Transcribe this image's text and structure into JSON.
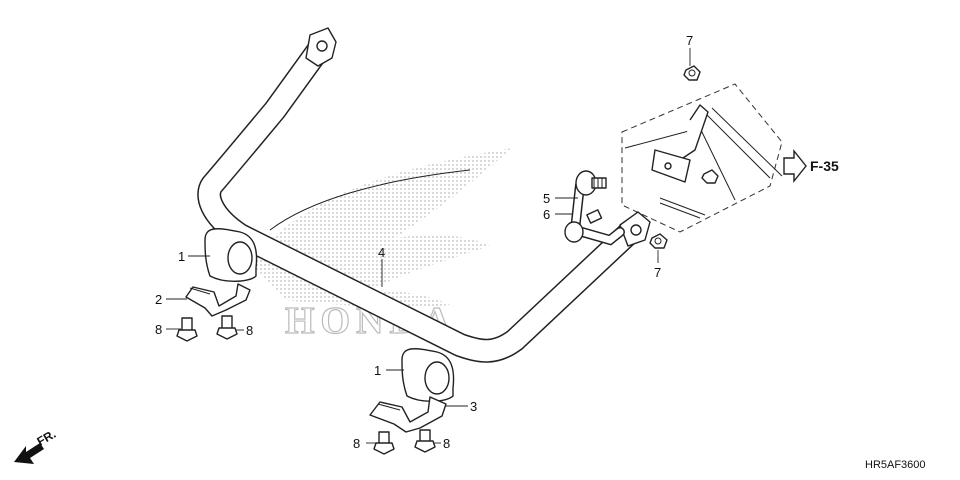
{
  "callouts": {
    "c1a": "1",
    "c1b": "1",
    "c2": "2",
    "c3": "3",
    "c4": "4",
    "c5": "5",
    "c6": "6",
    "c7a": "7",
    "c7b": "7",
    "c8a": "8",
    "c8b": "8",
    "c8c": "8",
    "c8d": "8"
  },
  "reference": "F-35",
  "front_label": "FR.",
  "diagram_code": "HR5AF3600",
  "watermark": "HONDA",
  "icons": {
    "front_arrow": "arrow-down-left-icon",
    "reference_arrow": "arrow-right-outline-icon"
  },
  "colors": {
    "line": "#222222",
    "watermark": "#c8c8c8",
    "background": "#ffffff"
  }
}
